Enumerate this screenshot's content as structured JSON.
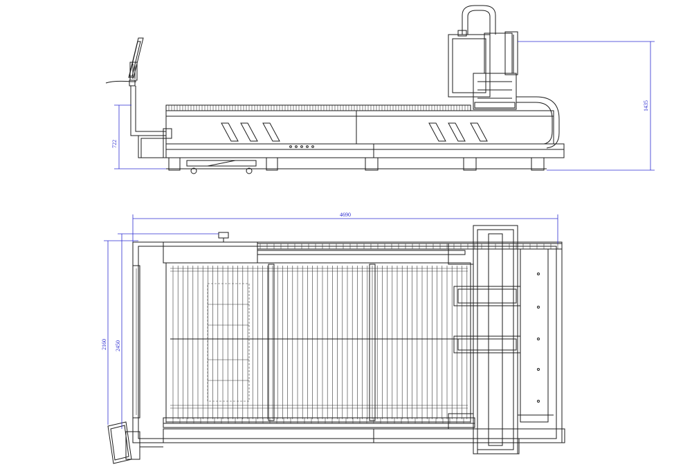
{
  "dimensions": {
    "side_table_height": "722",
    "side_total_height": "1435",
    "top_length": "4690",
    "top_outer_width": "2160",
    "top_inner_width": "2450"
  },
  "colors": {
    "line": "#1a1a1a",
    "dimension": "#2a2ad0"
  }
}
